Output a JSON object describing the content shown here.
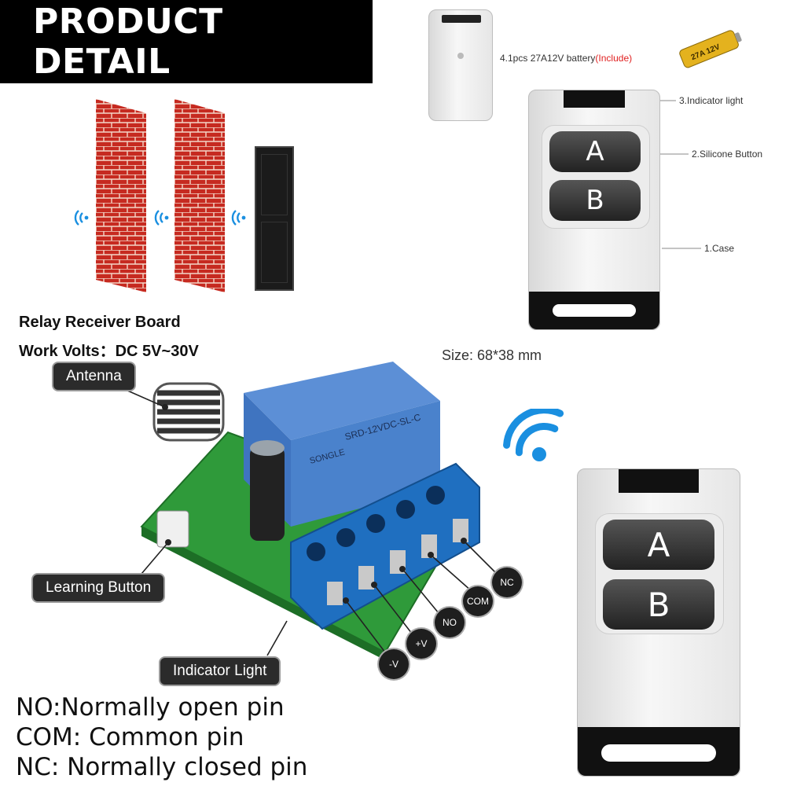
{
  "banner": {
    "title": "PRODUCT DETAIL"
  },
  "board": {
    "title": "Relay Receiver Board",
    "volts": "Work Volts：DC 5V~30V",
    "callouts": {
      "antenna": "Antenna",
      "learning_button": "Learning Button",
      "indicator_light": "Indicator Light"
    },
    "pins": {
      "nc": "NC",
      "com": "COM",
      "no": "NO",
      "plus_v": "+V",
      "minus_v": "-V"
    },
    "relay_marking": "SRD-12VDC-SL-C",
    "relay_brand": "SONGLE"
  },
  "legend": {
    "no": "NO:Normally open pin",
    "com": "COM: Common pin",
    "nc": "NC: Normally closed pin"
  },
  "remote_specs": {
    "battery": "4.1pcs 27A12V battery",
    "battery_note": "(Include)",
    "indicator": "3.Indicator light",
    "button": "2.Silicone Button",
    "case": "1.Case",
    "size": "Size: 68*38 mm",
    "battery_label": "27A 12V"
  },
  "remote_buttons": {
    "a": "A",
    "b": "B"
  },
  "colors": {
    "banner": "#000000",
    "brick": "#c62a20",
    "pcb": "#2f9a3a",
    "terminal": "#1f6fc0",
    "wifi": "#1a8fe0",
    "accent_red": "#e02020"
  }
}
